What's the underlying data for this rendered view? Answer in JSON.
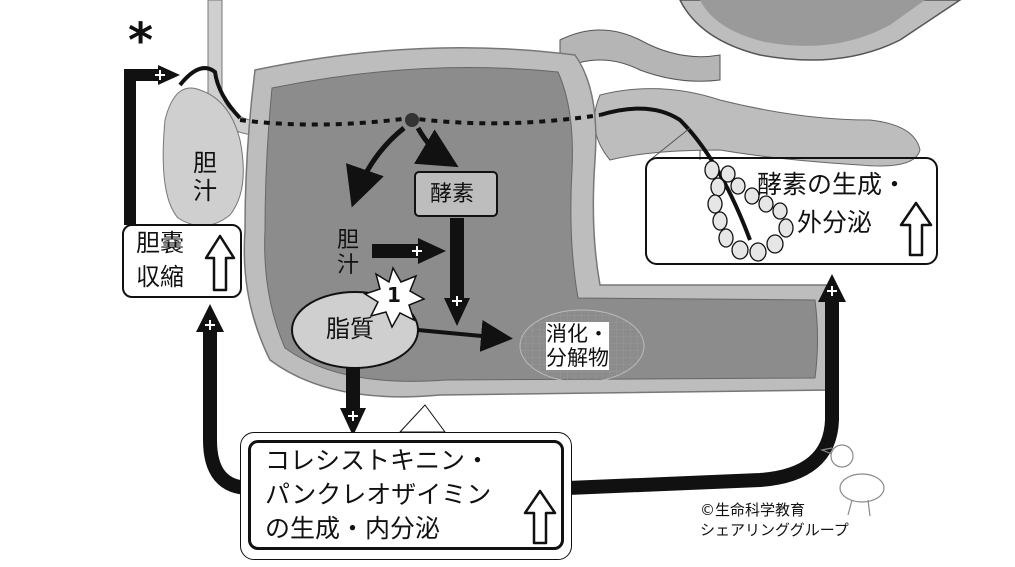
{
  "labels": {
    "asterisk": "*",
    "bile_in_gallbladder_1": "胆",
    "bile_in_gallbladder_2": "汁",
    "gallbladder_contraction_1": "胆嚢",
    "gallbladder_contraction_2": "収縮",
    "enzyme": "酵素",
    "bile_duodenum_1": "胆",
    "bile_duodenum_2": "汁",
    "fat": "脂質",
    "step_number": "1",
    "digestion_1": "消化・",
    "digestion_2": "分解物",
    "enzyme_secretion_1": "酵素の生成・",
    "enzyme_secretion_2": "外分泌",
    "hormone_1": "コレシストキニン・",
    "hormone_2": "パンクレオザイミン",
    "hormone_3": "の生成・内分泌",
    "copyright_1": "©生命科学教育",
    "copyright_2": "シェアリンググループ",
    "plus": "+"
  },
  "colors": {
    "intestine_outer": "#bdbdbd",
    "intestine_inner": "#8c8c8c",
    "organ_light": "#cfcfcf",
    "ink": "#111111",
    "digestion_fill": "#ffffff"
  },
  "icons": [
    "up-arrow-icon",
    "star-burst-icon",
    "chick-drawing-icon"
  ]
}
